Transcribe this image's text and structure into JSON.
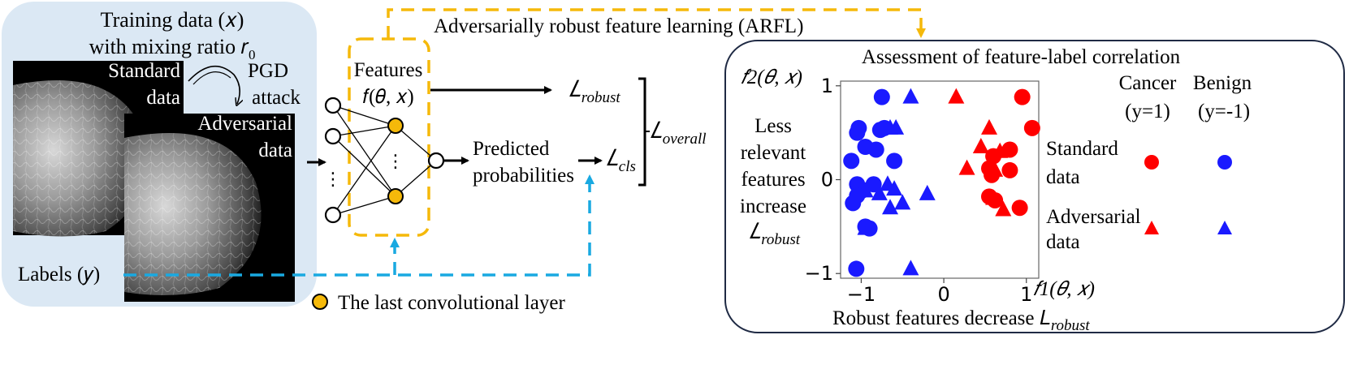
{
  "colors": {
    "panel_fill": "#dbe8f4",
    "yellow_dashed": "#f5b90a",
    "blue_dashed": "#19a9e1",
    "cancer": "#ff0000",
    "benign": "#1a1aff",
    "feature_node": "#f5b90a"
  },
  "left_panel": {
    "title_line1": "Training data (𝑥)",
    "title_line2": "with mixing ratio 𝑟",
    "title_sub": "0",
    "standard_line1": "Standard",
    "standard_line2": "data",
    "pgd_line1": "PGD",
    "pgd_line2": "attack",
    "adversarial_line1": "Adversarial",
    "adversarial_line2": "data",
    "labels": "Labels (𝑦)"
  },
  "network": {
    "features_line1": "Features",
    "features_line2": "𝑓(𝜃, 𝑥)",
    "vertical_dots": "⋮",
    "predicted_line1": "Predicted",
    "predicted_line2": "probabilities",
    "last_layer_label": "The last convolutional layer"
  },
  "losses": {
    "robust_main": "𝐿",
    "robust_sub": "robust",
    "cls_main": "𝐿",
    "cls_sub": "cls",
    "overall_main": "𝐿",
    "overall_sub": "overall"
  },
  "arfl_label": "Adversarially robust feature learning (ARFL)",
  "assessment": {
    "title": "Assessment of feature-label correlation",
    "left_note": [
      "Less",
      "relevant",
      "features",
      "increase"
    ],
    "left_note_loss_main": "𝐿",
    "left_note_loss_sub": "robust",
    "bottom_note": "Robust features decrease 𝐿",
    "bottom_note_sub": "robust",
    "legend": {
      "cancer_line1": "Cancer",
      "cancer_line2": "(y=1)",
      "benign_line1": "Benign",
      "benign_line2": "(y=-1)",
      "standard_line1": "Standard",
      "standard_line2": "data",
      "adversarial_line1": "Adversarial",
      "adversarial_line2": "data"
    }
  },
  "chart_data": {
    "type": "scatter",
    "ylabel": "𝑓2(𝜃, 𝑥)",
    "xlabel": "𝑓1(𝜃, 𝑥)",
    "xlim": [
      -1.25,
      1.15
    ],
    "ylim": [
      -1.05,
      1.05
    ],
    "x_ticks": [
      -1,
      0,
      1
    ],
    "x_tick_labels": [
      "−1",
      "0",
      "1"
    ],
    "y_ticks": [
      -1,
      0,
      1
    ],
    "y_tick_labels": [
      "−1",
      "0",
      "1"
    ],
    "grid": false,
    "series": [
      {
        "name": "Cancer · Standard data",
        "color": "#ff0000",
        "marker": "circle",
        "points": [
          [
            0.95,
            0.88
          ],
          [
            1.07,
            0.55
          ],
          [
            0.8,
            0.32
          ],
          [
            0.6,
            0.25
          ],
          [
            0.55,
            0.12
          ],
          [
            0.8,
            0.1
          ],
          [
            0.58,
            0.05
          ],
          [
            0.55,
            -0.18
          ],
          [
            0.62,
            -0.22
          ],
          [
            0.92,
            -0.3
          ]
        ]
      },
      {
        "name": "Cancer · Adversarial data",
        "color": "#ff0000",
        "marker": "triangle",
        "points": [
          [
            0.15,
            0.88
          ],
          [
            0.55,
            0.55
          ],
          [
            0.45,
            0.35
          ],
          [
            0.68,
            0.3
          ],
          [
            0.28,
            0.12
          ],
          [
            0.62,
            0.1
          ],
          [
            0.6,
            -0.2
          ],
          [
            0.72,
            -0.32
          ]
        ]
      },
      {
        "name": "Benign · Standard data",
        "color": "#1a1aff",
        "marker": "circle",
        "points": [
          [
            -1.03,
            0.55
          ],
          [
            -1.05,
            0.5
          ],
          [
            -0.77,
            0.53
          ],
          [
            -0.72,
            0.55
          ],
          [
            -0.95,
            0.35
          ],
          [
            -0.82,
            0.32
          ],
          [
            -1.12,
            0.2
          ],
          [
            -0.6,
            0.2
          ],
          [
            -1.05,
            -0.05
          ],
          [
            -0.85,
            -0.05
          ],
          [
            -1.0,
            -0.12
          ],
          [
            -1.05,
            -0.17
          ],
          [
            -1.1,
            -0.25
          ],
          [
            -0.9,
            -0.52
          ],
          [
            -0.95,
            -0.5
          ],
          [
            -1.06,
            -0.95
          ],
          [
            -0.75,
            0.88
          ]
        ]
      },
      {
        "name": "Benign · Adversarial data",
        "color": "#1a1aff",
        "marker": "triangle",
        "points": [
          [
            -0.58,
            0.55
          ],
          [
            -0.65,
            0.55
          ],
          [
            -0.4,
            0.88
          ],
          [
            -0.95,
            -0.12
          ],
          [
            -0.68,
            -0.05
          ],
          [
            -0.6,
            -0.1
          ],
          [
            -0.78,
            -0.15
          ],
          [
            -0.5,
            -0.25
          ],
          [
            -0.65,
            -0.3
          ],
          [
            -0.2,
            -0.15
          ],
          [
            -0.95,
            -0.52
          ],
          [
            -0.4,
            -0.95
          ]
        ]
      }
    ]
  }
}
